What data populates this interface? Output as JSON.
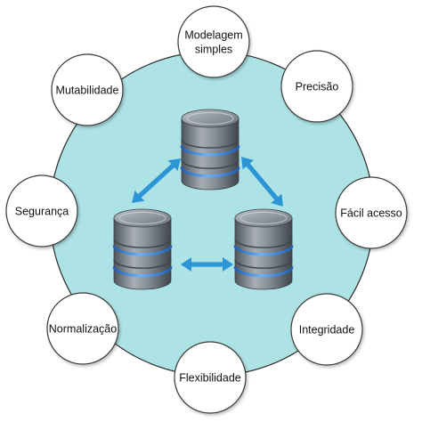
{
  "colors": {
    "hub_fill": "#aee3e6",
    "hub_stroke": "#2a2a2a",
    "node_fill": "#ffffff",
    "node_stroke": "#3a3a3a",
    "arrow": "#2b95d6",
    "db_body": "#7b838a",
    "db_ring": "#2f7fd8"
  },
  "hub": {
    "icon": "database-cluster-icon"
  },
  "nodes": [
    {
      "id": "modelagem",
      "lines": [
        "Modelagem",
        "simples"
      ]
    },
    {
      "id": "precisao",
      "lines": [
        "Precisão"
      ]
    },
    {
      "id": "facil-acesso",
      "lines": [
        "Fácil acesso"
      ]
    },
    {
      "id": "integridade",
      "lines": [
        "Integridade"
      ]
    },
    {
      "id": "flexibilidade",
      "lines": [
        "Flexibilidade"
      ]
    },
    {
      "id": "normalizacao",
      "lines": [
        "Normalização"
      ]
    },
    {
      "id": "seguranca",
      "lines": [
        "Segurança"
      ]
    },
    {
      "id": "mutabilidade",
      "lines": [
        "Mutabilidade"
      ]
    }
  ],
  "databases": [
    {
      "id": "db-top",
      "icon": "database-icon"
    },
    {
      "id": "db-left",
      "icon": "database-icon"
    },
    {
      "id": "db-right",
      "icon": "database-icon"
    }
  ],
  "arrows": [
    {
      "id": "arrow-top-left",
      "icon": "double-arrow-icon"
    },
    {
      "id": "arrow-top-right",
      "icon": "double-arrow-icon"
    },
    {
      "id": "arrow-left-right",
      "icon": "double-arrow-icon"
    }
  ]
}
